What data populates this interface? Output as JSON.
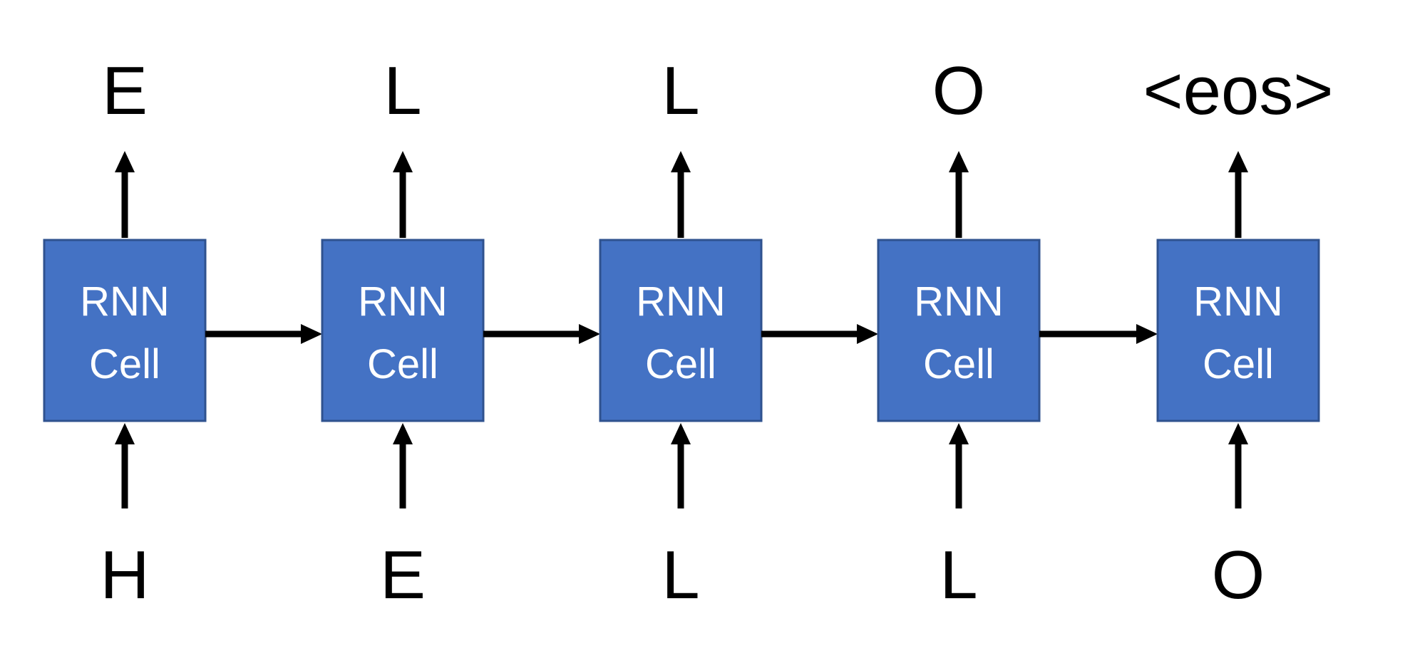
{
  "cells": [
    {
      "line1": "RNN",
      "line2": "Cell",
      "input": "H",
      "output": "E"
    },
    {
      "line1": "RNN",
      "line2": "Cell",
      "input": "E",
      "output": "L"
    },
    {
      "line1": "RNN",
      "line2": "Cell",
      "input": "L",
      "output": "L"
    },
    {
      "line1": "RNN",
      "line2": "Cell",
      "input": "L",
      "output": "O"
    },
    {
      "line1": "RNN",
      "line2": "Cell",
      "input": "O",
      "output": "<eos>"
    }
  ],
  "colors": {
    "cell_fill": "#4472C4",
    "cell_border": "#2F528F",
    "arrow": "#000000",
    "text": "#000000"
  }
}
